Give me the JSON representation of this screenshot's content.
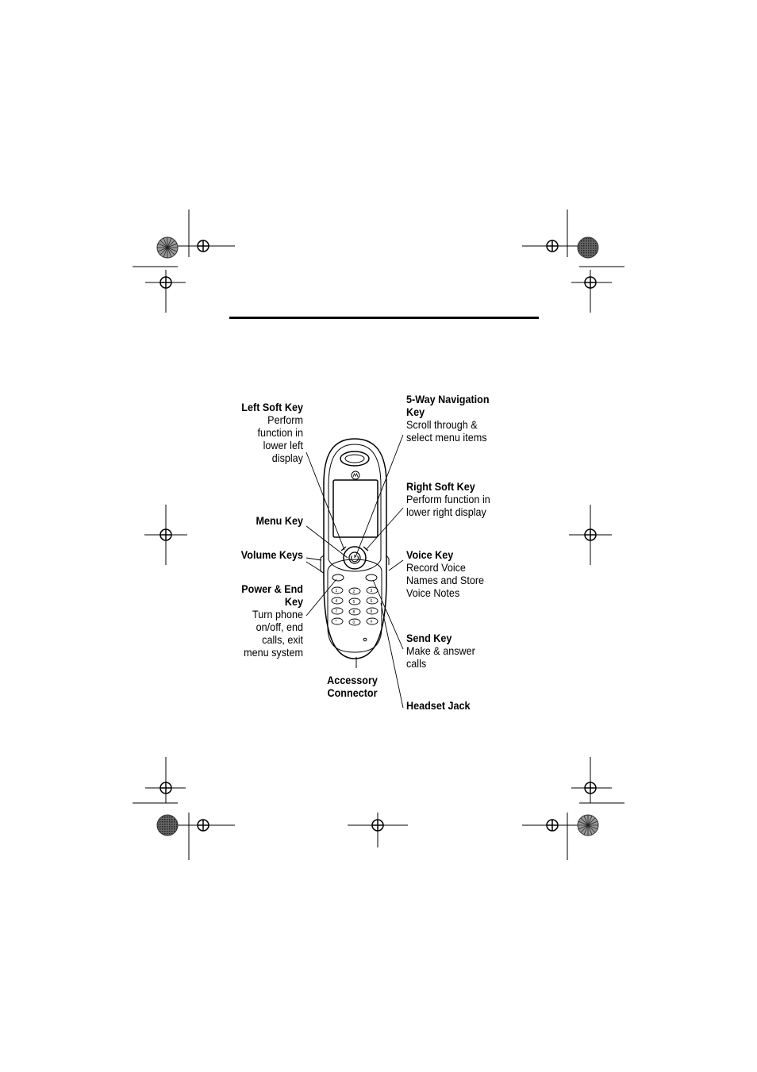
{
  "callouts": {
    "left_soft_key": {
      "title": "Left Soft Key",
      "desc": "Perform\nfunction in\nlower left\ndisplay"
    },
    "menu_key": {
      "title": "Menu Key"
    },
    "volume_keys": {
      "title": "Volume Keys"
    },
    "power_end_key": {
      "title": "Power & End\nKey",
      "desc": "Turn phone\non/off, end\ncalls, exit\nmenu system"
    },
    "accessory_connector": {
      "title": "Accessory\nConnector"
    },
    "nav_key": {
      "title": "5-Way Navigation\nKey",
      "desc": "Scroll through &\nselect menu items"
    },
    "right_soft_key": {
      "title": "Right Soft Key",
      "desc": "Perform function in\nlower right display"
    },
    "voice_key": {
      "title": "Voice Key",
      "desc": "Record Voice\nNames and Store\nVoice Notes"
    },
    "send_key": {
      "title": "Send Key",
      "desc": "Make & answer\ncalls"
    },
    "headset_jack": {
      "title": "Headset Jack"
    }
  },
  "phone": {
    "keypad": [
      "1",
      "2",
      "3",
      "4",
      "5",
      "6",
      "7",
      "8",
      "9",
      "*",
      "0",
      "#"
    ]
  }
}
